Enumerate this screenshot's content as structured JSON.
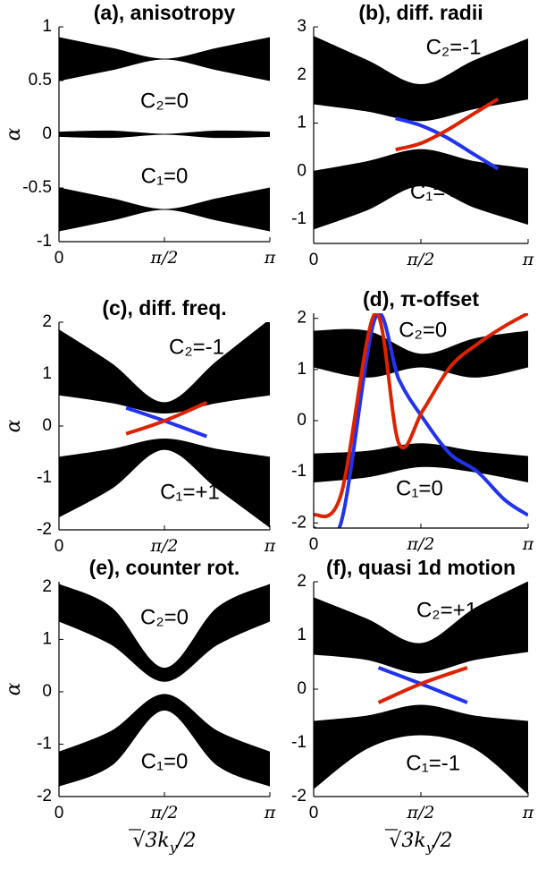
{
  "chart_data": [
    {
      "id": "a",
      "type": "area",
      "title": "(a), anisotropy",
      "ylabel": "α",
      "xlabel": "",
      "xlim": [
        0,
        3.1416
      ],
      "ylim": [
        -1,
        1
      ],
      "yticks": [
        1,
        0.5,
        0,
        -0.5,
        -1
      ],
      "ytick_labels": [
        "1",
        "0.5",
        "0",
        "-0.5",
        "-1"
      ],
      "xticks": [
        0,
        1.5708,
        3.1416
      ],
      "xtick_labels": [
        "0",
        "π/2",
        "π"
      ],
      "bands": [
        {
          "x": [
            0,
            0.785,
            1.571,
            2.356,
            3.142
          ],
          "lower": [
            0.5,
            0.6,
            0.7,
            0.6,
            0.5
          ],
          "upper": [
            0.9,
            0.8,
            0.7,
            0.8,
            0.9
          ]
        },
        {
          "x": [
            0,
            0.785,
            1.571,
            2.356,
            3.142
          ],
          "lower": [
            -0.02,
            -0.03,
            0.0,
            -0.03,
            -0.02
          ],
          "upper": [
            0.02,
            0.03,
            0.0,
            0.03,
            0.02
          ]
        },
        {
          "x": [
            0,
            0.785,
            1.571,
            2.356,
            3.142
          ],
          "lower": [
            -0.9,
            -0.8,
            -0.7,
            -0.8,
            -0.9
          ],
          "upper": [
            -0.5,
            -0.6,
            -0.7,
            -0.6,
            -0.5
          ]
        }
      ],
      "edge_states": [],
      "annotations": [
        {
          "text": "C₂=0",
          "x": 1.571,
          "y": 0.3
        },
        {
          "text": "C₁=0",
          "x": 1.571,
          "y": -0.4
        }
      ]
    },
    {
      "id": "b",
      "type": "area",
      "title": "(b), diff. radii",
      "ylabel": "",
      "xlabel": "",
      "xlim": [
        0,
        3.1416
      ],
      "ylim": [
        -1.5,
        3
      ],
      "yticks": [
        3,
        2,
        1,
        0,
        -1
      ],
      "ytick_labels": [
        "3",
        "2",
        "1",
        "0",
        "-1"
      ],
      "xticks": [
        0,
        1.5708,
        3.1416
      ],
      "xtick_labels": [
        "0",
        "π/2",
        "π"
      ],
      "bands": [
        {
          "x": [
            0,
            0.785,
            1.571,
            2.356,
            3.142
          ],
          "lower": [
            1.4,
            1.25,
            1.05,
            1.3,
            1.5
          ],
          "upper": [
            2.8,
            2.3,
            1.8,
            2.3,
            2.75
          ]
        },
        {
          "x": [
            0,
            0.785,
            1.571,
            2.356,
            3.142
          ],
          "lower": [
            -1.2,
            -0.8,
            -0.3,
            -0.75,
            -1.1
          ],
          "upper": [
            0.0,
            0.2,
            0.45,
            0.2,
            0.05
          ]
        }
      ],
      "edge_states": [
        {
          "color": "#2233ee",
          "x": [
            1.2,
            1.571,
            1.95,
            2.35,
            2.7
          ],
          "y": [
            1.1,
            0.95,
            0.7,
            0.35,
            0.05
          ]
        },
        {
          "color": "#dd2200",
          "x": [
            1.2,
            1.571,
            1.95,
            2.35,
            2.7
          ],
          "y": [
            0.45,
            0.58,
            0.85,
            1.2,
            1.5
          ]
        }
      ],
      "annotations": [
        {
          "text": "C₂=-1",
          "x": 2.05,
          "y": 2.55
        },
        {
          "text": "C₁=+1",
          "x": 1.85,
          "y": -0.45
        }
      ]
    },
    {
      "id": "c",
      "type": "area",
      "title": "(c), diff. freq.",
      "ylabel": "α",
      "xlabel": "",
      "xlim": [
        0,
        3.1416
      ],
      "ylim": [
        -2,
        2
      ],
      "yticks": [
        2,
        1,
        0,
        -1,
        -2
      ],
      "ytick_labels": [
        "2",
        "1",
        "0",
        "-1",
        "-2"
      ],
      "xticks": [
        0,
        1.5708,
        3.1416
      ],
      "xtick_labels": [
        "0",
        "π/2",
        "π"
      ],
      "bands": [
        {
          "x": [
            0,
            0.785,
            1.571,
            2.356,
            3.142
          ],
          "lower": [
            0.6,
            0.45,
            0.25,
            0.45,
            0.6
          ],
          "upper": [
            1.85,
            1.2,
            0.45,
            1.25,
            2.05
          ]
        },
        {
          "x": [
            0,
            0.785,
            1.571,
            2.356,
            3.142
          ],
          "lower": [
            -1.75,
            -1.2,
            -0.45,
            -1.2,
            -1.95
          ],
          "upper": [
            -0.6,
            -0.45,
            -0.25,
            -0.45,
            -0.6
          ]
        }
      ],
      "edge_states": [
        {
          "color": "#2233ee",
          "x": [
            1.0,
            1.571,
            2.2
          ],
          "y": [
            0.35,
            0.1,
            -0.2
          ]
        },
        {
          "color": "#dd2200",
          "x": [
            1.0,
            1.571,
            2.2
          ],
          "y": [
            -0.15,
            0.1,
            0.45
          ]
        }
      ],
      "annotations": [
        {
          "text": "C₂=-1",
          "x": 2.05,
          "y": 1.5
        },
        {
          "text": "C₁=+1",
          "x": 1.95,
          "y": -1.3
        }
      ]
    },
    {
      "id": "d",
      "type": "area",
      "title": "(d), π-offset",
      "ylabel": "",
      "xlabel": "",
      "xlim": [
        0,
        3.1416
      ],
      "ylim": [
        -2.1,
        2.1
      ],
      "yticks": [
        2,
        1,
        0,
        -1,
        -2
      ],
      "ytick_labels": [
        "2",
        "1",
        "0",
        "-1",
        "-2"
      ],
      "xticks": [
        0,
        1.5708,
        3.1416
      ],
      "xtick_labels": [
        "0",
        "π/2",
        "π"
      ],
      "bands": [
        {
          "x": [
            0,
            0.785,
            1.571,
            2.356,
            3.142
          ],
          "lower": [
            1.05,
            0.85,
            1.05,
            0.85,
            1.05
          ],
          "upper": [
            1.75,
            1.75,
            1.3,
            1.6,
            1.75
          ]
        },
        {
          "x": [
            0,
            0.785,
            1.571,
            2.356,
            3.142
          ],
          "lower": [
            -1.2,
            -1.1,
            -0.9,
            -1.0,
            -1.2
          ],
          "upper": [
            -0.65,
            -0.6,
            -0.45,
            -0.6,
            -0.7
          ]
        }
      ],
      "edge_states": [
        {
          "color": "#2233ee",
          "x": [
            0.0,
            0.4,
            0.9,
            1.25,
            1.6,
            2.0,
            2.4,
            2.8,
            3.142
          ],
          "y": [
            -2.1,
            -2.0,
            2.0,
            0.8,
            0.05,
            -0.65,
            -1.0,
            -1.55,
            -1.85
          ]
        },
        {
          "color": "#dd2200",
          "x": [
            0.0,
            0.4,
            0.9,
            1.25,
            1.6,
            2.0,
            2.4,
            2.8,
            3.142
          ],
          "y": [
            -1.85,
            -1.45,
            2.1,
            -0.45,
            0.2,
            1.05,
            1.5,
            1.85,
            2.1
          ]
        }
      ],
      "annotations": [
        {
          "text": "C₂=0",
          "x": 1.6,
          "y": 1.75
        },
        {
          "text": "C₁=0",
          "x": 1.55,
          "y": -1.35
        }
      ]
    },
    {
      "id": "e",
      "type": "area",
      "title": "(e), counter rot.",
      "ylabel": "α",
      "xlabel": "√3k_y/2",
      "xlim": [
        0,
        3.1416
      ],
      "ylim": [
        -2,
        2.1
      ],
      "yticks": [
        2,
        1,
        0,
        -1,
        -2
      ],
      "ytick_labels": [
        "2",
        "1",
        "0",
        "-1",
        "-2"
      ],
      "xticks": [
        0,
        1.5708,
        3.1416
      ],
      "xtick_labels": [
        "0",
        "π/2",
        "π"
      ],
      "bands": [
        {
          "x": [
            0,
            0.785,
            1.571,
            2.356,
            3.142
          ],
          "lower": [
            1.35,
            0.9,
            0.2,
            0.9,
            1.35
          ],
          "upper": [
            2.05,
            1.6,
            0.45,
            1.6,
            2.05
          ]
        },
        {
          "x": [
            0,
            0.785,
            1.571,
            2.356,
            3.142
          ],
          "lower": [
            -1.8,
            -1.4,
            -0.35,
            -1.4,
            -1.8
          ],
          "upper": [
            -1.15,
            -0.75,
            -0.05,
            -0.75,
            -1.15
          ]
        }
      ],
      "edge_states": [],
      "annotations": [
        {
          "text": "C₂=0",
          "x": 1.571,
          "y": 1.4
        },
        {
          "text": "C₁=0",
          "x": 1.571,
          "y": -1.35
        }
      ]
    },
    {
      "id": "f",
      "type": "area",
      "title": "(f), quasi 1d motion",
      "ylabel": "",
      "xlabel": "√3k_y/2",
      "xlim": [
        0,
        3.1416
      ],
      "ylim": [
        -2,
        2
      ],
      "yticks": [
        2,
        1,
        0,
        -1,
        -2
      ],
      "ytick_labels": [
        "2",
        "1",
        "0",
        "-1",
        "-2"
      ],
      "xticks": [
        0,
        1.5708,
        3.1416
      ],
      "xtick_labels": [
        "0",
        "π/2",
        "π"
      ],
      "bands": [
        {
          "x": [
            0,
            0.785,
            1.571,
            2.356,
            3.142
          ],
          "lower": [
            0.65,
            0.55,
            0.3,
            0.55,
            0.7
          ],
          "upper": [
            1.7,
            1.3,
            0.85,
            1.5,
            2.0
          ]
        },
        {
          "x": [
            0,
            0.785,
            1.571,
            2.356,
            3.142
          ],
          "lower": [
            -1.85,
            -1.1,
            -0.85,
            -1.1,
            -1.95
          ],
          "upper": [
            -0.6,
            -0.5,
            -0.3,
            -0.5,
            -0.6
          ]
        }
      ],
      "edge_states": [
        {
          "color": "#2233ee",
          "x": [
            0.95,
            1.571,
            2.25
          ],
          "y": [
            0.4,
            0.1,
            -0.25
          ]
        },
        {
          "color": "#dd2200",
          "x": [
            0.95,
            1.571,
            2.25
          ],
          "y": [
            -0.25,
            0.1,
            0.4
          ]
        }
      ],
      "annotations": [
        {
          "text": "C₂=+1",
          "x": 1.95,
          "y": 1.45
        },
        {
          "text": "C₁=-1",
          "x": 1.75,
          "y": -1.4
        }
      ]
    }
  ]
}
